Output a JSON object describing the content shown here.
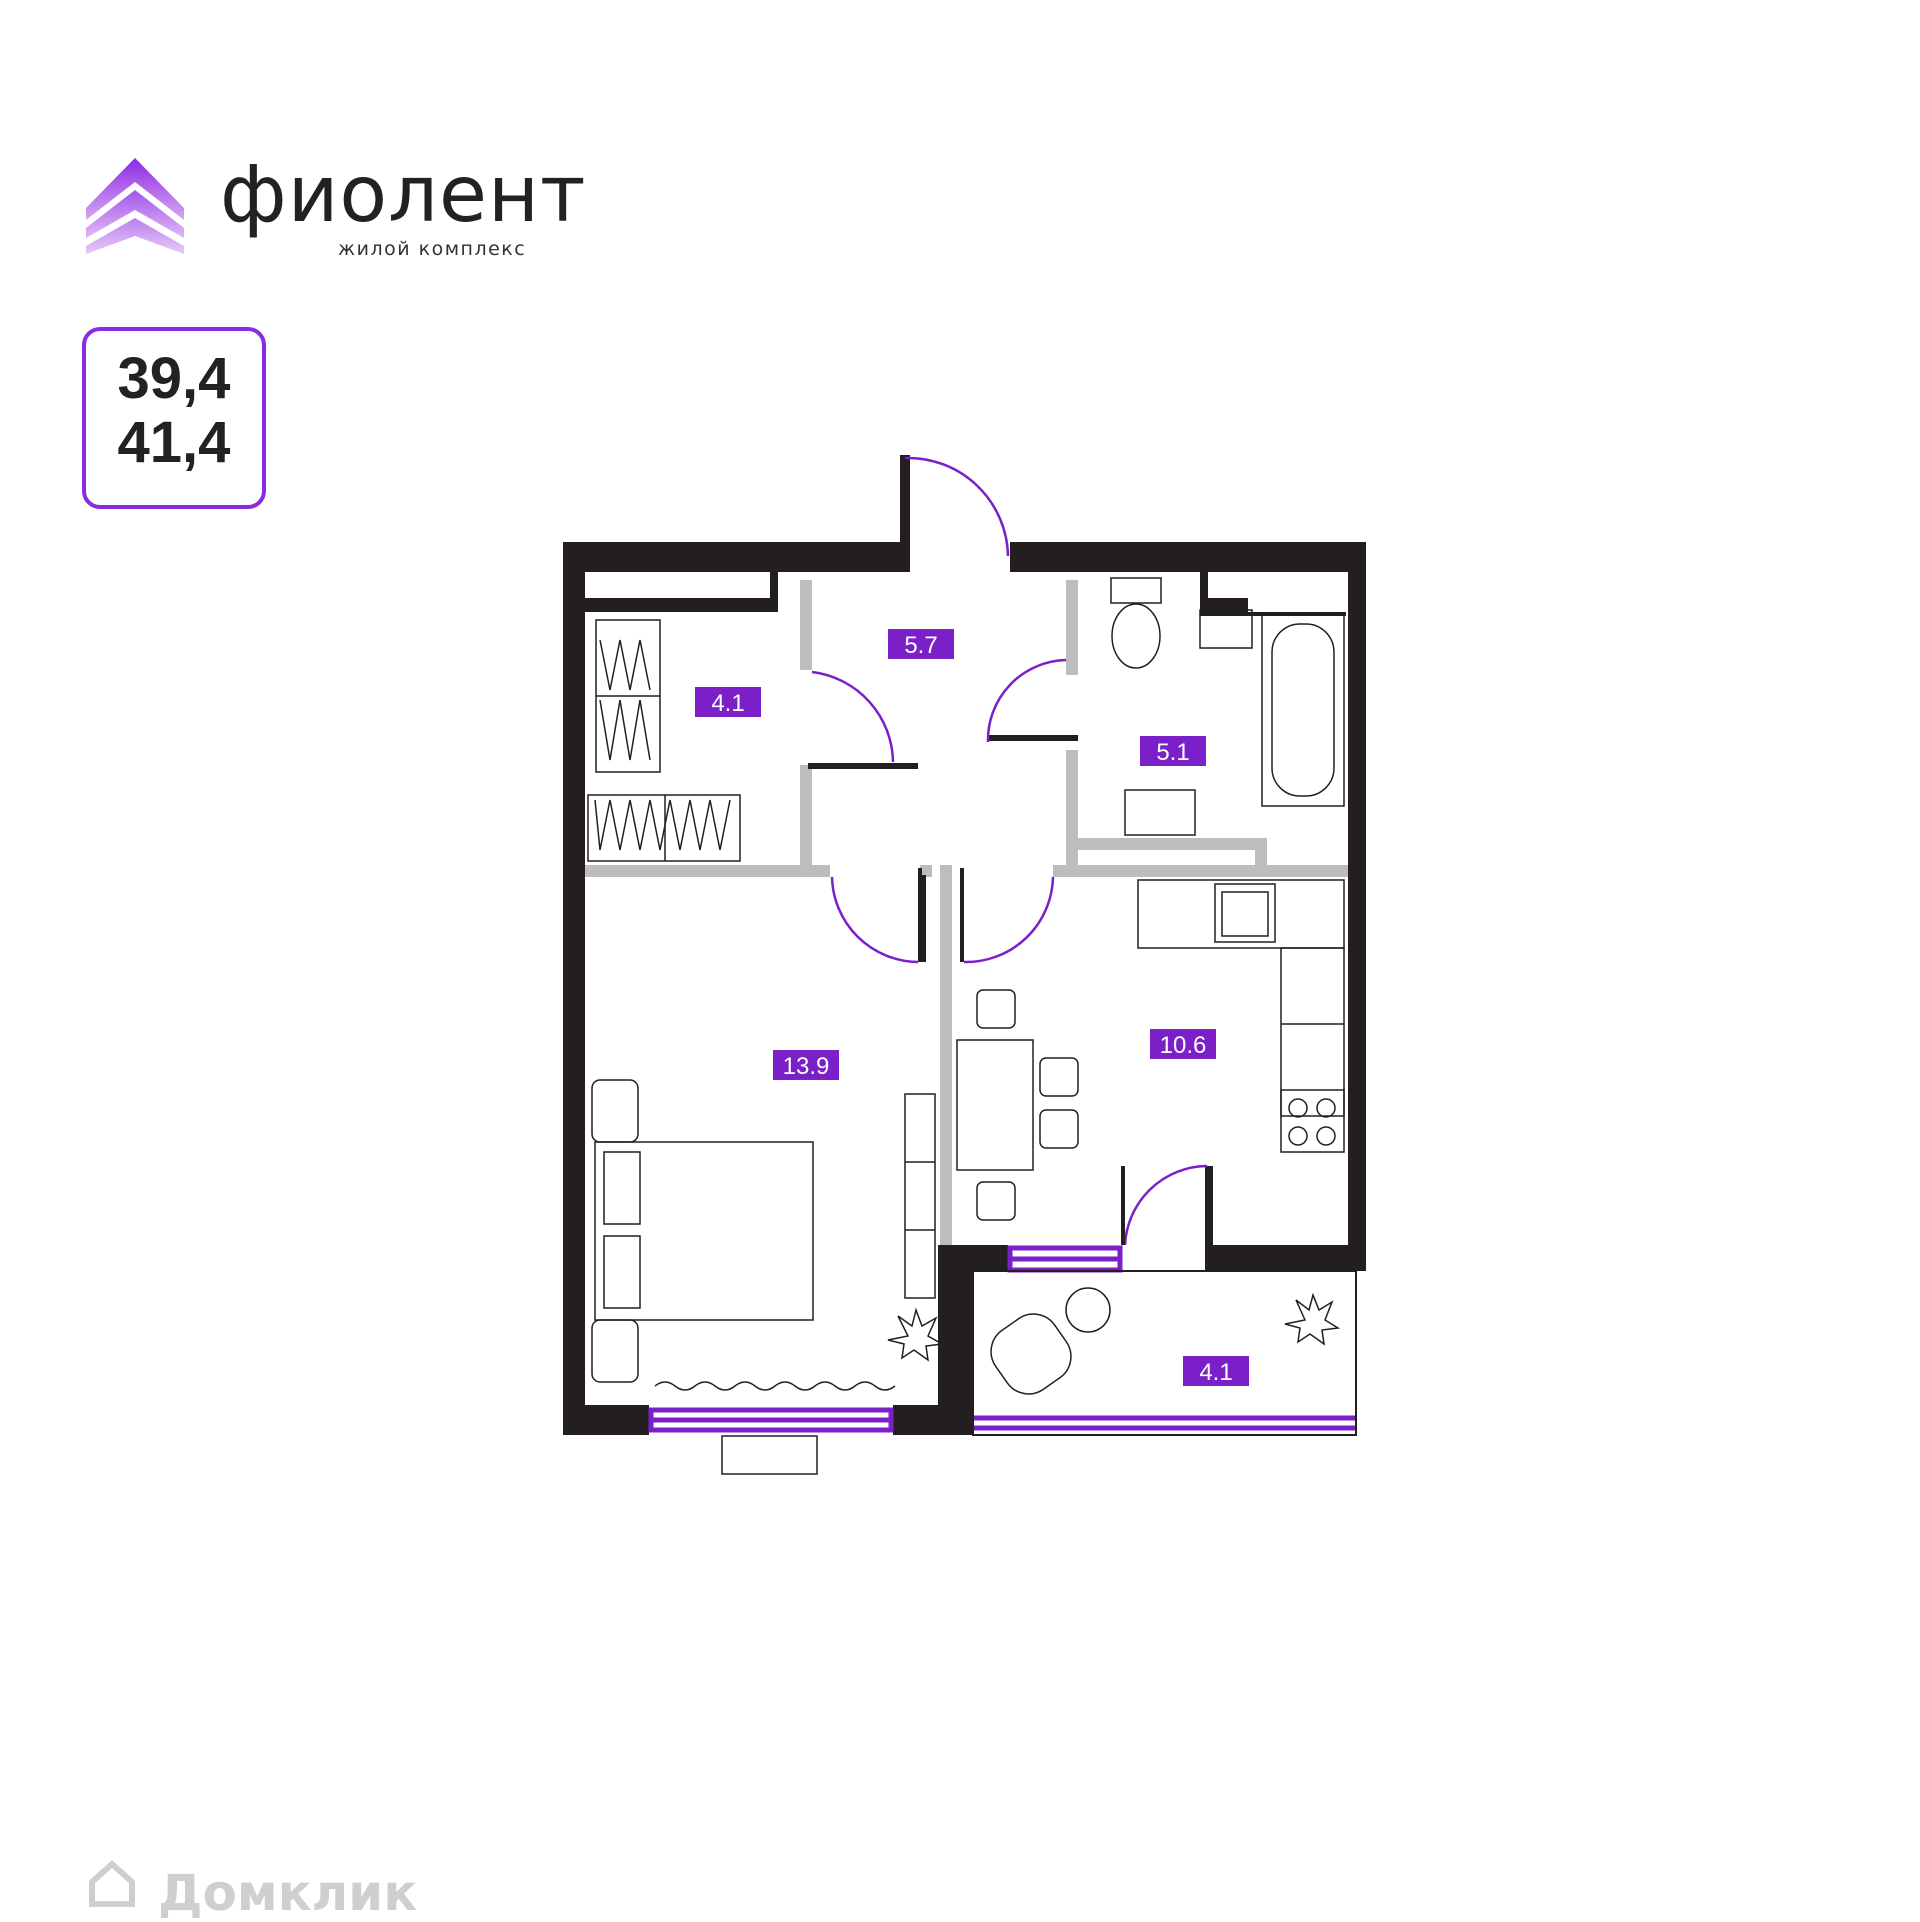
{
  "logo": {
    "word": "фиолент",
    "subtitle": "жилой комплекс"
  },
  "area": {
    "total": "39,4",
    "with_balcony": "41,4"
  },
  "rooms": {
    "hall": "5.7",
    "wardrobe": "4.1",
    "bathroom": "5.1",
    "bedroom": "13.9",
    "kitchen": "10.6",
    "balcony": "4.1"
  },
  "watermark": "Домклик",
  "colors": {
    "accent": "#7b1fc9",
    "wall": "#231f20",
    "partition": "#bdbdbd",
    "door_arc": "#7b1fc9"
  }
}
